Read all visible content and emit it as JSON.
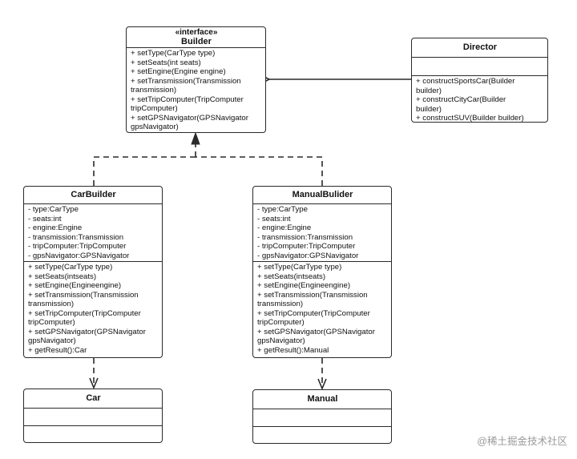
{
  "builder": {
    "stereotype": "«interface»",
    "name": "Builder",
    "methods": [
      "+ setType(CarType type)",
      "+ setSeats(int seats)",
      "+ setEngine(Engine engine)",
      "+ setTransmission(Transmission",
      "transmission)",
      "+ setTripComputer(TripComputer",
      "tripComputer)",
      "+ setGPSNavigator(GPSNavigator",
      "gpsNavigator)"
    ]
  },
  "director": {
    "name": "Director",
    "methods": [
      "+ constructSportsCar(Builder",
      "builder)",
      "+ constructCityCar(Builder",
      "builder)",
      "+ constructSUV(Builder builder)"
    ]
  },
  "car_builder": {
    "name": "CarBuilder",
    "attributes": [
      "- type:CarType",
      "- seats:int",
      "- engine:Engine",
      "- transmission:Transmission",
      "- tripComputer:TripComputer",
      "- gpsNavigator:GPSNavigator"
    ],
    "methods": [
      "+ setType(CarType type)",
      "+ setSeats(intseats)",
      "+ setEngine(Engineengine)",
      "+ setTransmission(Transmission",
      "transmission)",
      "+ setTripComputer(TripComputer",
      "tripComputer)",
      "+ setGPSNavigator(GPSNavigator",
      "gpsNavigator)",
      "+ getResult():Car"
    ]
  },
  "manual_builder": {
    "name": "ManualBulider",
    "attributes": [
      "- type:CarType",
      "- seats:int",
      "- engine:Engine",
      "- transmission:Transmission",
      "- tripComputer:TripComputer",
      "- gpsNavigator:GPSNavigator"
    ],
    "methods": [
      "+ setType(CarType type)",
      "+ setSeats(intseats)",
      "+ setEngine(Engineengine)",
      "+ setTransmission(Transmission",
      "transmission)",
      "+ setTripComputer(TripComputer",
      "tripComputer)",
      "+ setGPSNavigator(GPSNavigator",
      "gpsNavigator)",
      "+ getResult():Manual"
    ]
  },
  "car": {
    "name": "Car"
  },
  "manual": {
    "name": "Manual"
  },
  "watermark": "@稀土掘金技术社区",
  "colors": {
    "line": "#2a2a2a",
    "background": "#ffffff",
    "watermark": "#9a9a9a"
  }
}
